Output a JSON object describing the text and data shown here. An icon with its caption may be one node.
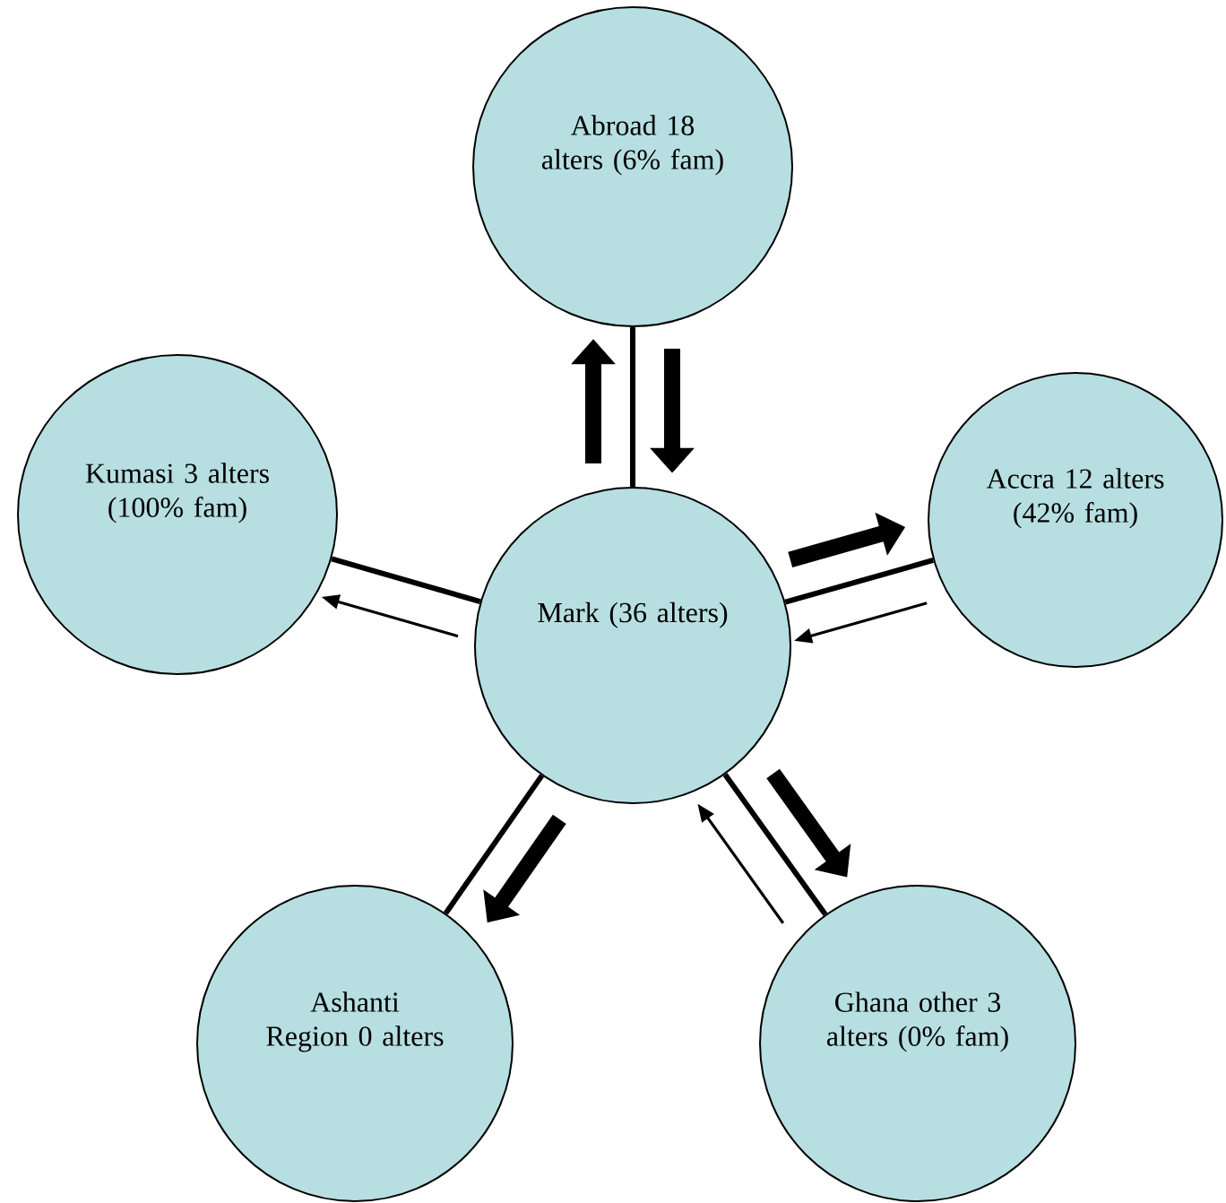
{
  "diagram": {
    "nodes": [
      {
        "text": [
          "Abroad 18 alters (6% fam)"
        ]
      },
      {
        "text": [
          "Kumasi 3 alters (100% fam)"
        ]
      },
      {
        "text": [
          "Accra 12 alters (42% fam)"
        ]
      },
      {
        "text": [
          "Mark (36 alters)"
        ]
      },
      {
        "text": [
          "Ashanti Region 0 alters"
        ]
      },
      {
        "text": [
          "Ghana other 3 alters (0% fam)"
        ]
      }
    ],
    "edges": [
      {
        "from": 3,
        "to": 0,
        "arrow": "none"
      },
      {
        "from": 3,
        "to": 1,
        "arrow": "none"
      },
      {
        "from": 3,
        "to": 2,
        "arrow": "none"
      },
      {
        "from": 3,
        "to": 4,
        "arrow": "none"
      },
      {
        "from": 3,
        "to": 5,
        "arrow": "none"
      },
      {
        "from": 3,
        "to": 0,
        "arrow": "to",
        "style": "thick"
      },
      {
        "from": 0,
        "to": 3,
        "arrow": "to",
        "style": "thick"
      },
      {
        "from": 3,
        "to": 1,
        "arrow": "to"
      },
      {
        "from": 3,
        "to": 2,
        "arrow": "to",
        "style": "thick"
      },
      {
        "from": 2,
        "to": 3,
        "arrow": "to"
      },
      {
        "from": 3,
        "to": 4,
        "arrow": "to",
        "style": "thick"
      },
      {
        "from": 3,
        "to": 5,
        "arrow": "to",
        "style": "thick"
      },
      {
        "from": 5,
        "to": 3,
        "arrow": "to"
      }
    ]
  }
}
